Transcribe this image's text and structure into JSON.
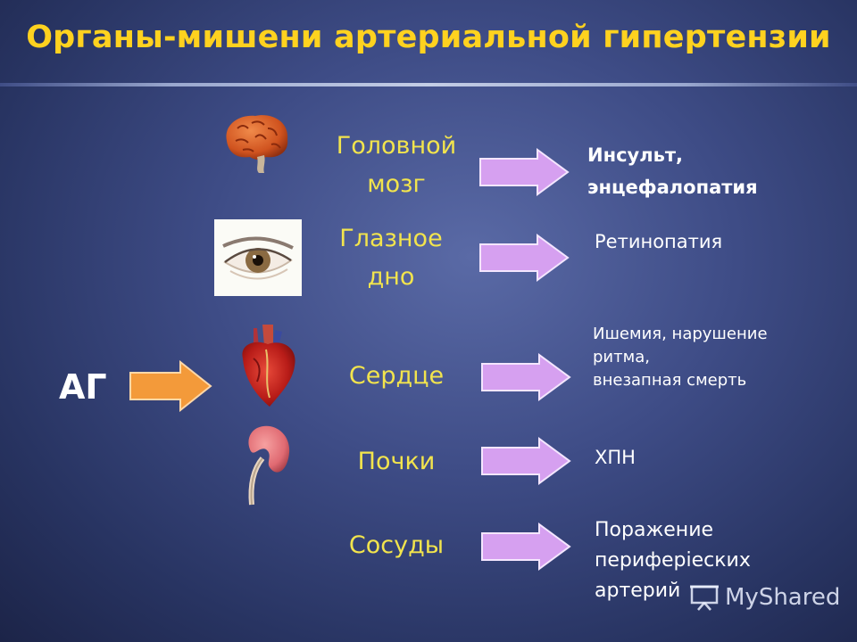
{
  "slide": {
    "title": "Органы-мишени артериальной гипертензии",
    "source_label": "АГ",
    "rows": [
      {
        "organ_lines": [
          "Головной",
          "мозг"
        ],
        "result_lines": [
          "Инсульт,",
          "энцефалопатия"
        ],
        "icon": "brain-icon"
      },
      {
        "organ_lines": [
          "Глазное",
          "дно"
        ],
        "result_lines": [
          "Ретинопатия"
        ],
        "icon": "eye-icon"
      },
      {
        "organ_lines": [
          "Сердце"
        ],
        "result_lines": [
          "Ишемия, нарушение",
          "ритма,",
          "внезапная смерть"
        ],
        "icon": "heart-icon"
      },
      {
        "organ_lines": [
          "Почки"
        ],
        "result_lines": [
          "ХПН"
        ],
        "icon": "kidney-icon"
      },
      {
        "organ_lines": [
          "Сосуды"
        ],
        "result_lines": [
          "Поражение",
          "периферieских",
          "артерий"
        ],
        "icon": "none"
      }
    ],
    "watermark": "MyShared",
    "colors": {
      "title": "#ffd21f",
      "organ_text": "#f2e44d",
      "result_arrow": "#d6a0f0",
      "source_arrow": "#f39a3a"
    }
  }
}
